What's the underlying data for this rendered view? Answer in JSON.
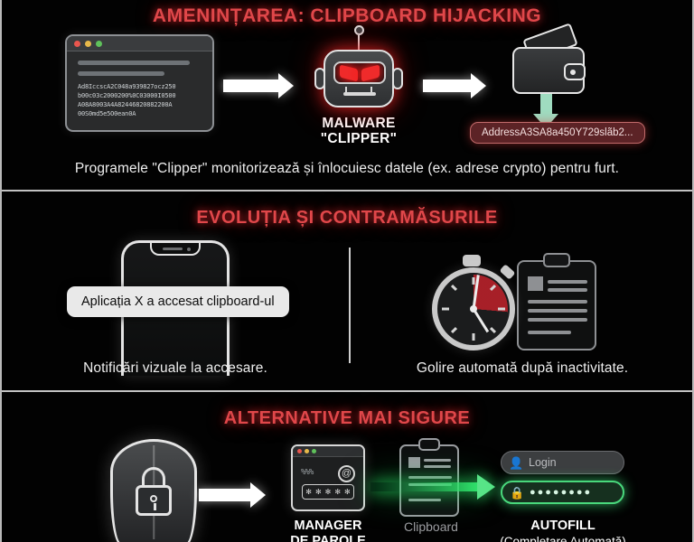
{
  "colors": {
    "accent_red": "#e0474a",
    "accent_green": "#49d87c",
    "background": "#020202",
    "border": "#c2c2c2"
  },
  "sections": {
    "threat": {
      "title": "AMENINȚAREA: CLIPBOARD HIJACKING",
      "caption": "Programele \"Clipper\" monitorizează și înlocuiesc datele (ex. adrese crypto) pentru furt.",
      "code_window": {
        "lines": [
          "Ad8IccscA2C048a939827ocz250",
          "b00c03c2000200%0C03000I0500",
          "A08A8003A4A82446820882200A",
          "00S0md5e5O0ean0A"
        ]
      },
      "malware": {
        "label_line1": "MALWARE",
        "label_line2": "\"CLIPPER\""
      },
      "wallet_address_pill": "AddressA3SA8a450Y729slãb2..."
    },
    "evolution": {
      "title": "EVOLUȚIA ȘI CONTRAMĂSURILE",
      "left": {
        "notification": "Aplicația X a accesat clipboard-ul",
        "caption": "Notificări vizuale la accesare."
      },
      "right": {
        "caption": "Golire automată după inactivitate."
      }
    },
    "alternatives": {
      "title": "ALTERNATIVE MAI SIGURE",
      "password_manager": {
        "label_line1": "MANAGER",
        "label_line2": "DE PAROLE"
      },
      "clipboard_label": "Clipboard",
      "autofill": {
        "label_line1": "AUTOFILL",
        "label_line2": "(Completare Automată)"
      },
      "login_field": {
        "placeholder": "Login"
      },
      "password_field": {
        "masked_value": "●●●●●●●●"
      }
    }
  }
}
